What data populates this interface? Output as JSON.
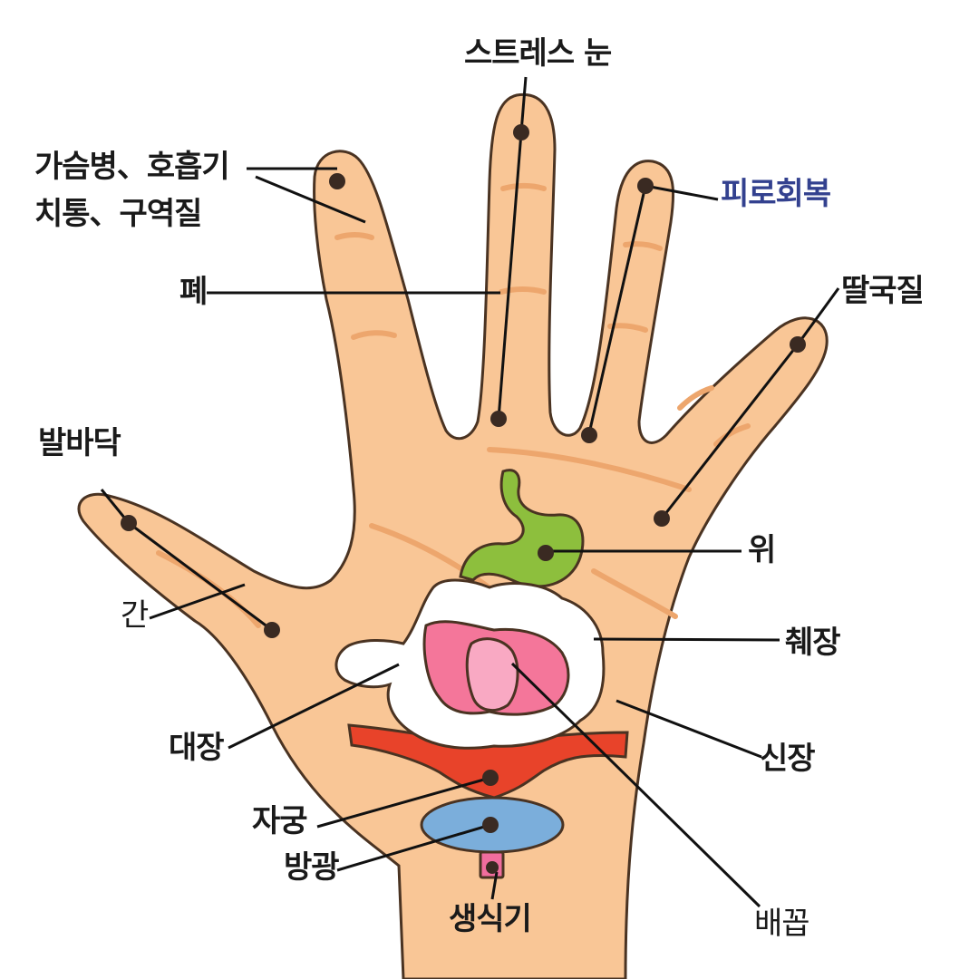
{
  "labels": {
    "stress_eye": "스트레스 눈",
    "chest_line1": "가슴병、호흡기",
    "chest_line2": "치통、구역질",
    "fatigue": "피로회복",
    "lung": "폐",
    "hiccup": "딸국질",
    "sole": "발바닥",
    "liver": "간",
    "stomach": "위",
    "pancreas": "췌장",
    "kidney": "신장",
    "colon": "대장",
    "uterus": "자궁",
    "bladder": "방광",
    "genitals": "생식기",
    "navel": "배꼽"
  },
  "colors": {
    "skin": "#F9C696",
    "skin_shade": "#EDA66D",
    "outline": "#4a3322",
    "stomach": "#8DBF3D",
    "intestine_outer": "#FFFFFF",
    "intestine_inner": "#F4769A",
    "intestine_core": "#F9A9C3",
    "uterus": "#E8432A",
    "bladder": "#7BAEDB",
    "genitals": "#F06D9E",
    "fatigue_text": "#33418F",
    "text": "#1a1a1a",
    "line": "#111111",
    "dot": "#3a2a22"
  }
}
